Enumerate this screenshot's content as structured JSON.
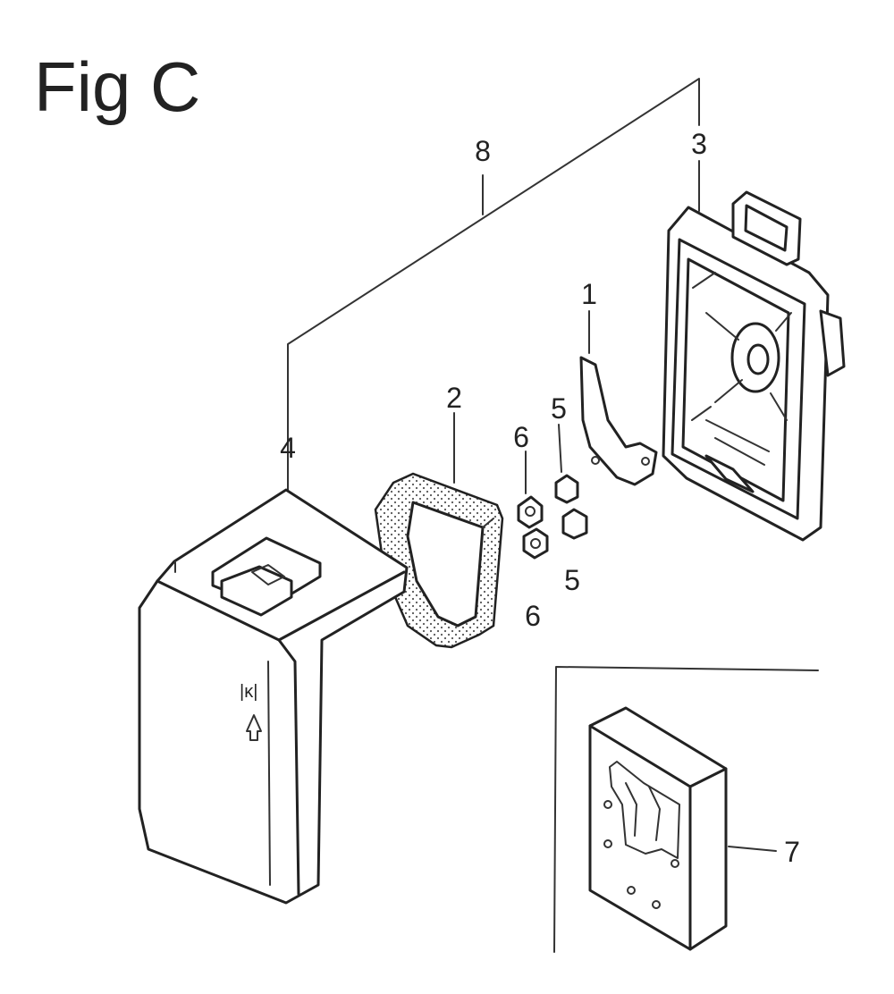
{
  "figure": {
    "title": "Fig C",
    "callouts": {
      "c1": "1",
      "c2": "2",
      "c3": "3",
      "c4": "4",
      "c5a": "5",
      "c5b": "5",
      "c6a": "6",
      "c6b": "6",
      "c7": "7",
      "c8": "8"
    }
  }
}
